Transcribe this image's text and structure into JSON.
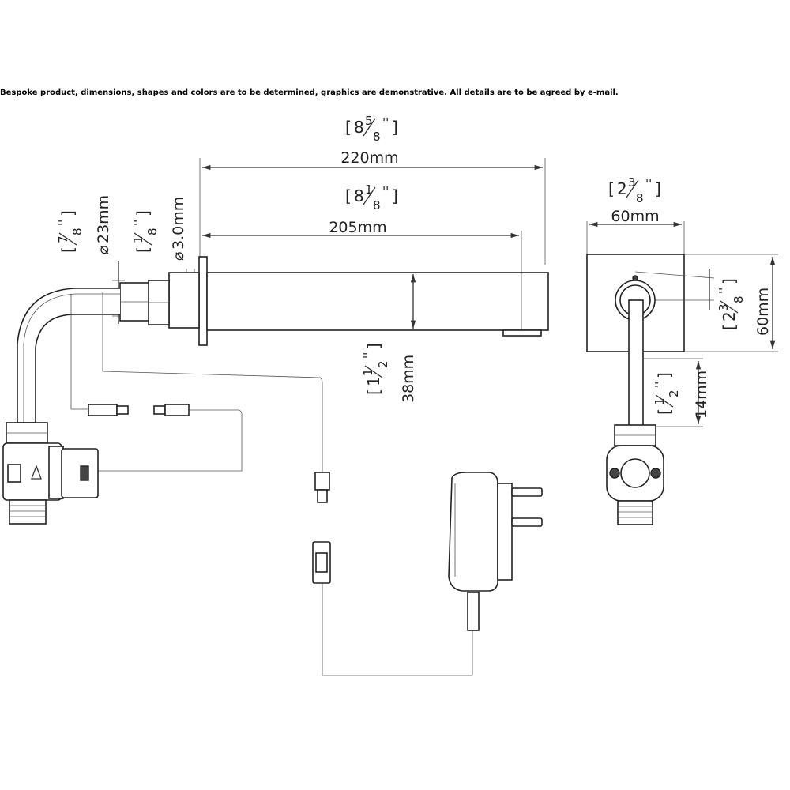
{
  "note": "Bespoke product, dimensions, shapes and colors are to be determined, graphics are demonstrative. All details are to be agreed by e-mail.",
  "dimensions": {
    "overall_length": {
      "mm": "220mm",
      "whole": "8",
      "num": "5",
      "den": "8"
    },
    "spout_length": {
      "mm": "205mm",
      "whole": "8",
      "num": "1",
      "den": "8"
    },
    "pipe_diameter": {
      "mm": "23mm",
      "num": "7",
      "den": "8",
      "symbol": "⌀"
    },
    "plate_thickness": {
      "mm": "3.0mm",
      "num": "1",
      "den": "8",
      "symbol": "⌀"
    },
    "spout_height": {
      "mm": "38mm",
      "whole": "1",
      "num": "1",
      "den": "2"
    },
    "plate_width": {
      "mm": "60mm",
      "whole": "2",
      "num": "3",
      "den": "8"
    },
    "plate_height": {
      "mm": "60mm",
      "whole": "2",
      "num": "3",
      "den": "8"
    },
    "outlet_offset": {
      "mm": "14mm",
      "num": "1",
      "den": "2"
    }
  },
  "inch_mark": "''",
  "colors": {
    "line": "#333333",
    "text": "#222222"
  }
}
